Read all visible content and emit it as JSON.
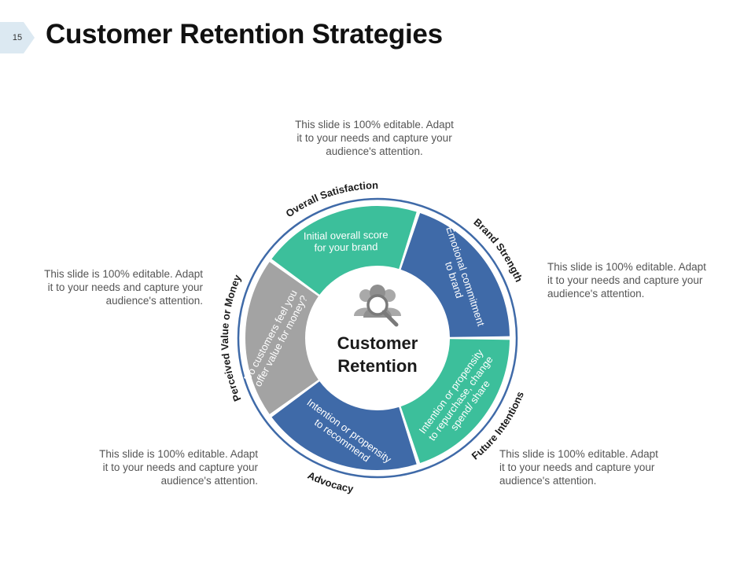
{
  "slide_number": "15",
  "title": "Customer Retention Strategies",
  "colors": {
    "green": "#3cbf9b",
    "blue": "#3f6aa8",
    "gray": "#a3a3a3",
    "ring": "#3f6aa8",
    "tab": "#dce9f2"
  },
  "center": {
    "icon": "people-search-icon",
    "line1": "Customer",
    "line2": "Retention"
  },
  "segments": [
    {
      "label": "Overall Satisfaction",
      "text": [
        "Initial overall score",
        "for your brand"
      ],
      "color": "green"
    },
    {
      "label": "Brand Strength",
      "text": [
        "Emotional commitment",
        "to brand"
      ],
      "color": "blue"
    },
    {
      "label": "Future Intentions",
      "text": [
        "Intention or propensity",
        "to repurchase, change",
        "spend/ share"
      ],
      "color": "green"
    },
    {
      "label": "Advocacy",
      "text": [
        "Intention or propensity",
        "to recommend"
      ],
      "color": "blue"
    },
    {
      "label": "Perceived Value or Money",
      "text": [
        "Do customers feel you",
        "offer value for money?"
      ],
      "color": "gray"
    }
  ],
  "notes": {
    "top": [
      "This slide is 100% editable. Adapt",
      "it to your needs and capture your",
      "audience's attention."
    ],
    "left": [
      "This slide is 100% editable. Adapt",
      "it to your needs and capture your",
      "audience's attention."
    ],
    "right": [
      "This slide is 100% editable. Adapt",
      "it to your needs and capture your",
      "audience's attention."
    ],
    "bottom_left": [
      "This slide is 100% editable. Adapt",
      "it to your needs and capture your",
      "audience's attention."
    ],
    "bottom_right": [
      "This slide is 100% editable. Adapt",
      "it to your needs and capture your",
      "audience's attention."
    ]
  }
}
